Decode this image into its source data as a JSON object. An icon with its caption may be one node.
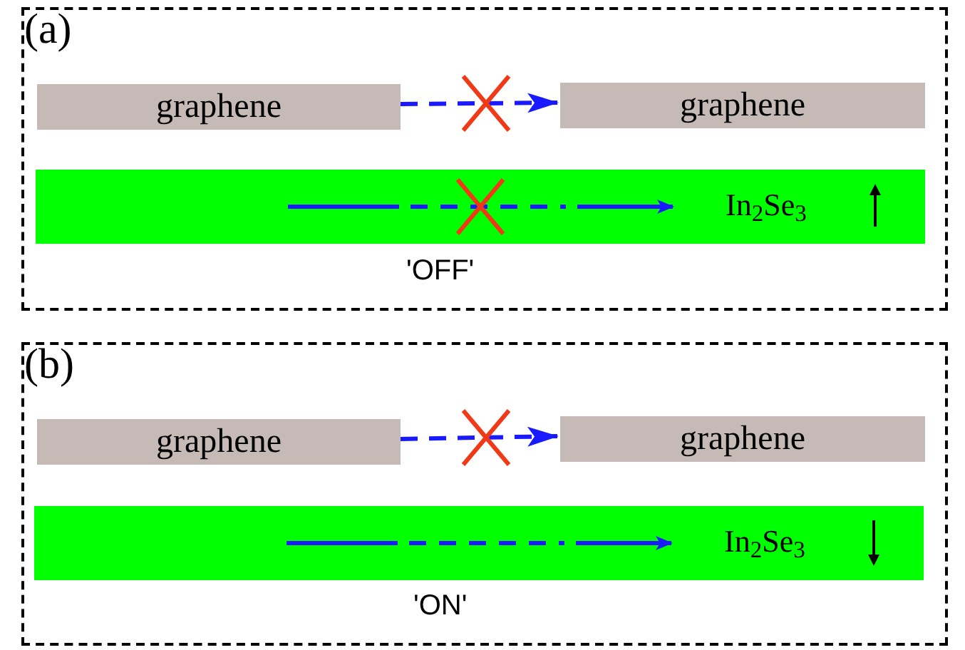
{
  "diagram": {
    "nodes": [
      {
        "text": [
          "(a)"
        ]
      },
      {
        "text": [
          "graphene"
        ],
        "in": 0
      },
      {
        "text": [
          "graphene"
        ],
        "in": 0
      },
      {
        "text": [
          "In$_{2}$Se$_{3}$"
        ],
        "in": 0
      },
      {
        "text": [
          "(b)"
        ]
      },
      {
        "text": [
          "graphene"
        ],
        "in": 4
      },
      {
        "text": [
          "graphene"
        ],
        "in": 4
      },
      {
        "text": [
          "In$_{2}$Se$_{3}$"
        ],
        "in": 4
      }
    ],
    "edges": [
      {
        "from": 1,
        "to": 2,
        "arrow": "to",
        "style": "dashed"
      },
      {
        "from": 5,
        "to": 6,
        "arrow": "to",
        "style": "dashed"
      }
    ],
    "labels": [
      "'OFF'",
      "'ON'"
    ]
  }
}
